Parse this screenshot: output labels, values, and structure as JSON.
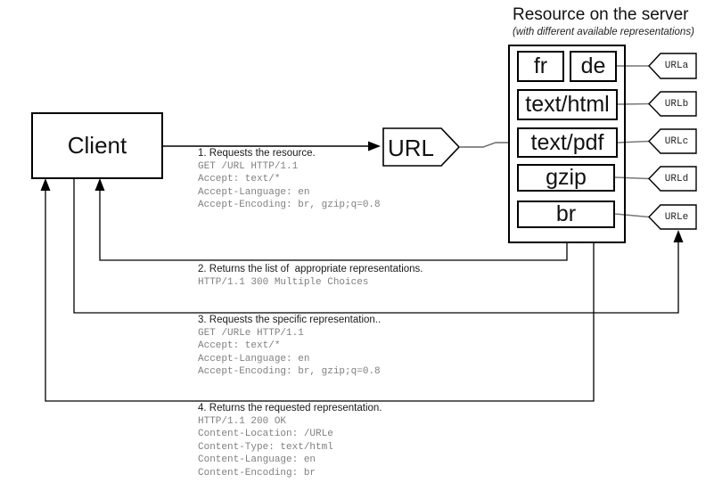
{
  "title": {
    "heading": "Resource on the server",
    "subheading": "(with different available representations)"
  },
  "client_label": "Client",
  "url_node_label": "URL",
  "server": {
    "representations": [
      {
        "label": "fr"
      },
      {
        "label": "de"
      },
      {
        "label": "text/html"
      },
      {
        "label": "text/pdf"
      },
      {
        "label": "gzip"
      },
      {
        "label": "br"
      }
    ],
    "url_tags": [
      {
        "label": "URLa"
      },
      {
        "label": "URLb"
      },
      {
        "label": "URLc"
      },
      {
        "label": "URLd"
      },
      {
        "label": "URLe"
      }
    ]
  },
  "messages": [
    {
      "label": "1. Requests the resource.",
      "lines": "GET /URL HTTP/1.1\nAccept: text/*\nAccept-Language: en\nAccept-Encoding: br, gzip;q=0.8"
    },
    {
      "label": "2. Returns the list of  appropriate representations.",
      "lines": "HTTP/1.1 300 Multiple Choices"
    },
    {
      "label": "3. Requests the specific representation..",
      "lines": "GET /URLe HTTP/1.1\nAccept: text/*\nAccept-Language: en\nAccept-Encoding: br, gzip;q=0.8"
    },
    {
      "label": "4. Returns the requested representation.",
      "lines": "HTTP/1.1 200 OK\nContent-Location: /URLe\nContent-Type: text/html\nContent-Language: en\nContent-Encoding: br"
    }
  ],
  "colors": {
    "background": "#ffffff",
    "line": "#000000",
    "header_text": "#1a1a1a",
    "mono_text": "#808080",
    "connector_gray": "#777777"
  }
}
